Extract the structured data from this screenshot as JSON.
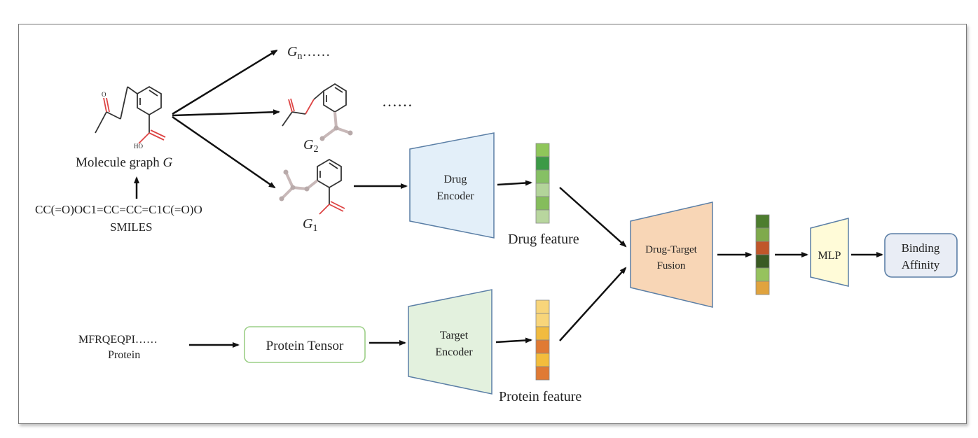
{
  "molecule": {
    "graph_label": "Molecule graph ",
    "graph_symbol": "G",
    "smiles_string": "CC(=O)OC1=CC=CC=C1C(=O)O",
    "smiles_label": "SMILES",
    "augmented": [
      {
        "symbol": "G",
        "subscript": "n",
        "suffix": "……"
      },
      {
        "symbol": "G",
        "subscript": "2",
        "suffix": ""
      },
      {
        "symbol": "G",
        "subscript": "1",
        "suffix": ""
      }
    ],
    "ellipsis": "……",
    "atom_label_o": "O",
    "atom_label_ho": "HO"
  },
  "protein": {
    "sequence": "MFRQEQPI……",
    "label": "Protein",
    "tensor_label": "Protein Tensor"
  },
  "encoders": {
    "drug": [
      "Drug",
      "Encoder"
    ],
    "target": [
      "Target",
      "Encoder"
    ],
    "fusion": [
      "Drug-Target",
      "Fusion"
    ],
    "mlp": "MLP"
  },
  "features": {
    "drug_label": "Drug feature",
    "protein_label": "Protein feature",
    "drug_colors": [
      "#8fc65a",
      "#3c9a46",
      "#86c064",
      "#b3d49a",
      "#85bd5c",
      "#b8d69e"
    ],
    "protein_colors": [
      "#f8d57a",
      "#f8d57a",
      "#f1bb3f",
      "#e07a34",
      "#f3bd3c",
      "#e07a34"
    ],
    "fused_colors": [
      "#4d7d2e",
      "#7faa4c",
      "#c0562a",
      "#3a5a23",
      "#96c25e",
      "#e0a33e"
    ]
  },
  "output": [
    "Binding",
    "Affinity"
  ],
  "colors": {
    "drug_encoder_fill": "#e3eff9",
    "target_encoder_fill": "#e3f1de",
    "fusion_fill": "#f8d6b6",
    "mlp_fill": "#fffbd8",
    "output_fill": "#e9edf5",
    "shape_stroke": "#5b7fa6",
    "protein_tensor_stroke": "#9ccf87"
  }
}
